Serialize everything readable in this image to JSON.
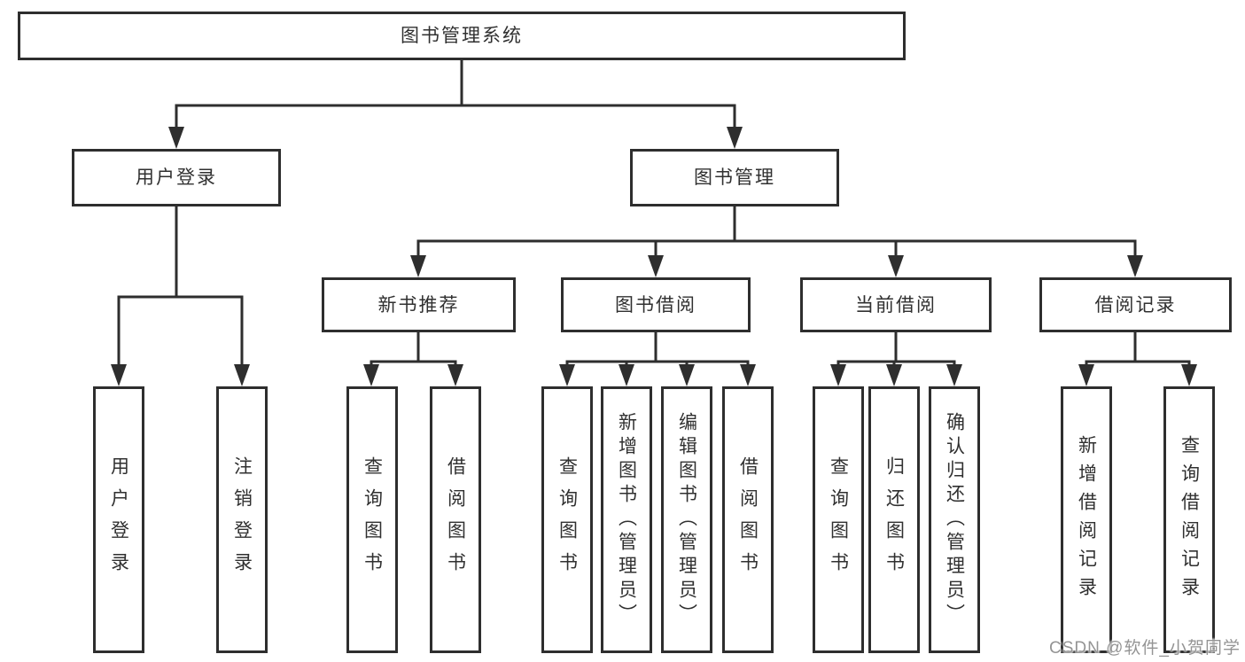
{
  "tree": {
    "label": "图书管理系统",
    "children": [
      {
        "label": "用户登录",
        "children": [
          {
            "label": "用户登录"
          },
          {
            "label": "注销登录"
          }
        ]
      },
      {
        "label": "图书管理",
        "children": [
          {
            "label": "新书推荐",
            "children": [
              {
                "label": "查询图书"
              },
              {
                "label": "借阅图书"
              }
            ]
          },
          {
            "label": "图书借阅",
            "children": [
              {
                "label": "查询图书"
              },
              {
                "label": "新增图书（管理员）"
              },
              {
                "label": "编辑图书（管理员）"
              },
              {
                "label": "借阅图书"
              }
            ]
          },
          {
            "label": "当前借阅",
            "children": [
              {
                "label": "查询图书"
              },
              {
                "label": "归还图书"
              },
              {
                "label": "确认归还（管理员）"
              }
            ]
          },
          {
            "label": "借阅记录",
            "children": [
              {
                "label": "新增借阅记录"
              },
              {
                "label": "查询借阅记录"
              }
            ]
          }
        ]
      }
    ]
  },
  "watermark": {
    "text": "CSDN @软件_小贺同学"
  },
  "colors": {
    "line": "#2e2e2e",
    "box_border": "#2e2e2e",
    "text": "#303030",
    "watermark": "#949494",
    "background": "#ffffff"
  }
}
